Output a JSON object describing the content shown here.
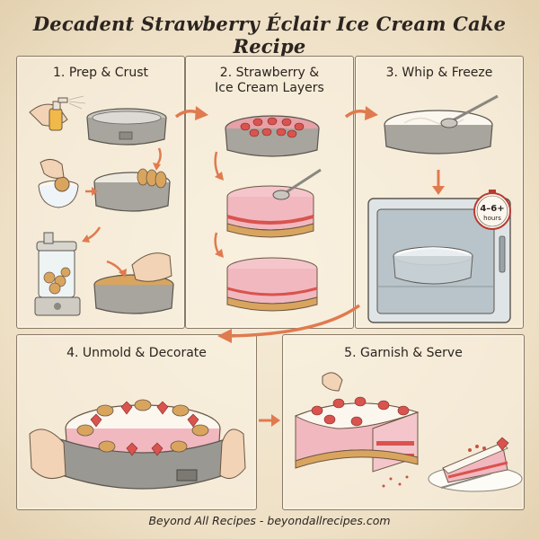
{
  "title": "Decadent Strawberry Éclair Ice Cream Cake Recipe",
  "steps": [
    {
      "label": "1. Prep & Crust"
    },
    {
      "label_line1": "2. Strawberry &",
      "label_line2": "Ice Cream Layers"
    },
    {
      "label": "3. Whip & Freeze",
      "timer_value": "4–6+",
      "timer_unit": "hours"
    },
    {
      "label": "4. Unmold & Decorate"
    },
    {
      "label": "5. Garnish & Serve"
    }
  ],
  "footer": "Beyond All Recipes - beyondallrecipes.com",
  "colors": {
    "background": "#efe3cc",
    "border": "#8a7a66",
    "arrow": "#e07a4f",
    "strawberry": "#d9534f",
    "cream": "#fbf6ee",
    "pink_layer": "#f2b8bf",
    "crust": "#d9a55e",
    "pan": "#9a9a94"
  }
}
